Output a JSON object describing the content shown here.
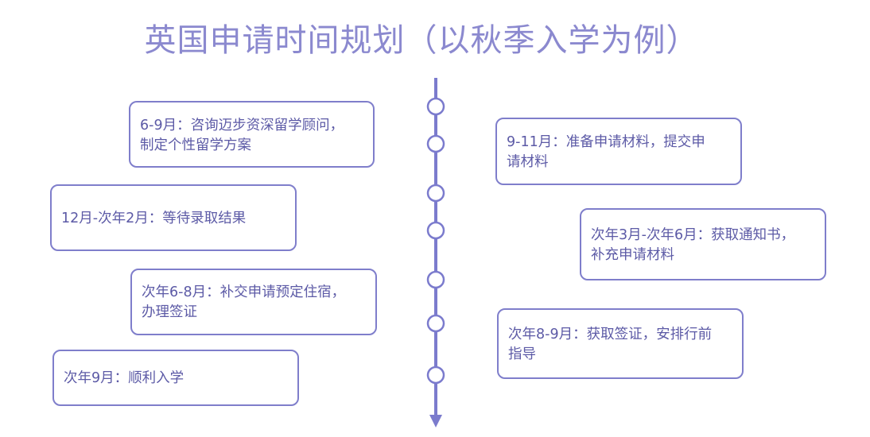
{
  "title": "英国申请时间规划（以秋季入学为例）",
  "colors": {
    "title": "#8b89cf",
    "line": "#7b7bcd",
    "box_border": "#7f7ecb",
    "box_text": "#5c5aa6"
  },
  "steps": [
    {
      "side": "left",
      "text": "6-9月：咨询迈步资深留学顾问，制定个性留学方案"
    },
    {
      "side": "right",
      "text": "9-11月：准备申请材料，提交申请材料"
    },
    {
      "side": "left",
      "text": "12月-次年2月：等待录取结果"
    },
    {
      "side": "right",
      "text": "次年3月-次年6月：获取通知书，补充申请材料"
    },
    {
      "side": "left",
      "text": "次年6-8月：补交申请预定住宿，办理签证"
    },
    {
      "side": "right",
      "text": "次年8-9月：获取签证，安排行前指导"
    },
    {
      "side": "left",
      "text": "次年9月：顺利入学"
    }
  ]
}
